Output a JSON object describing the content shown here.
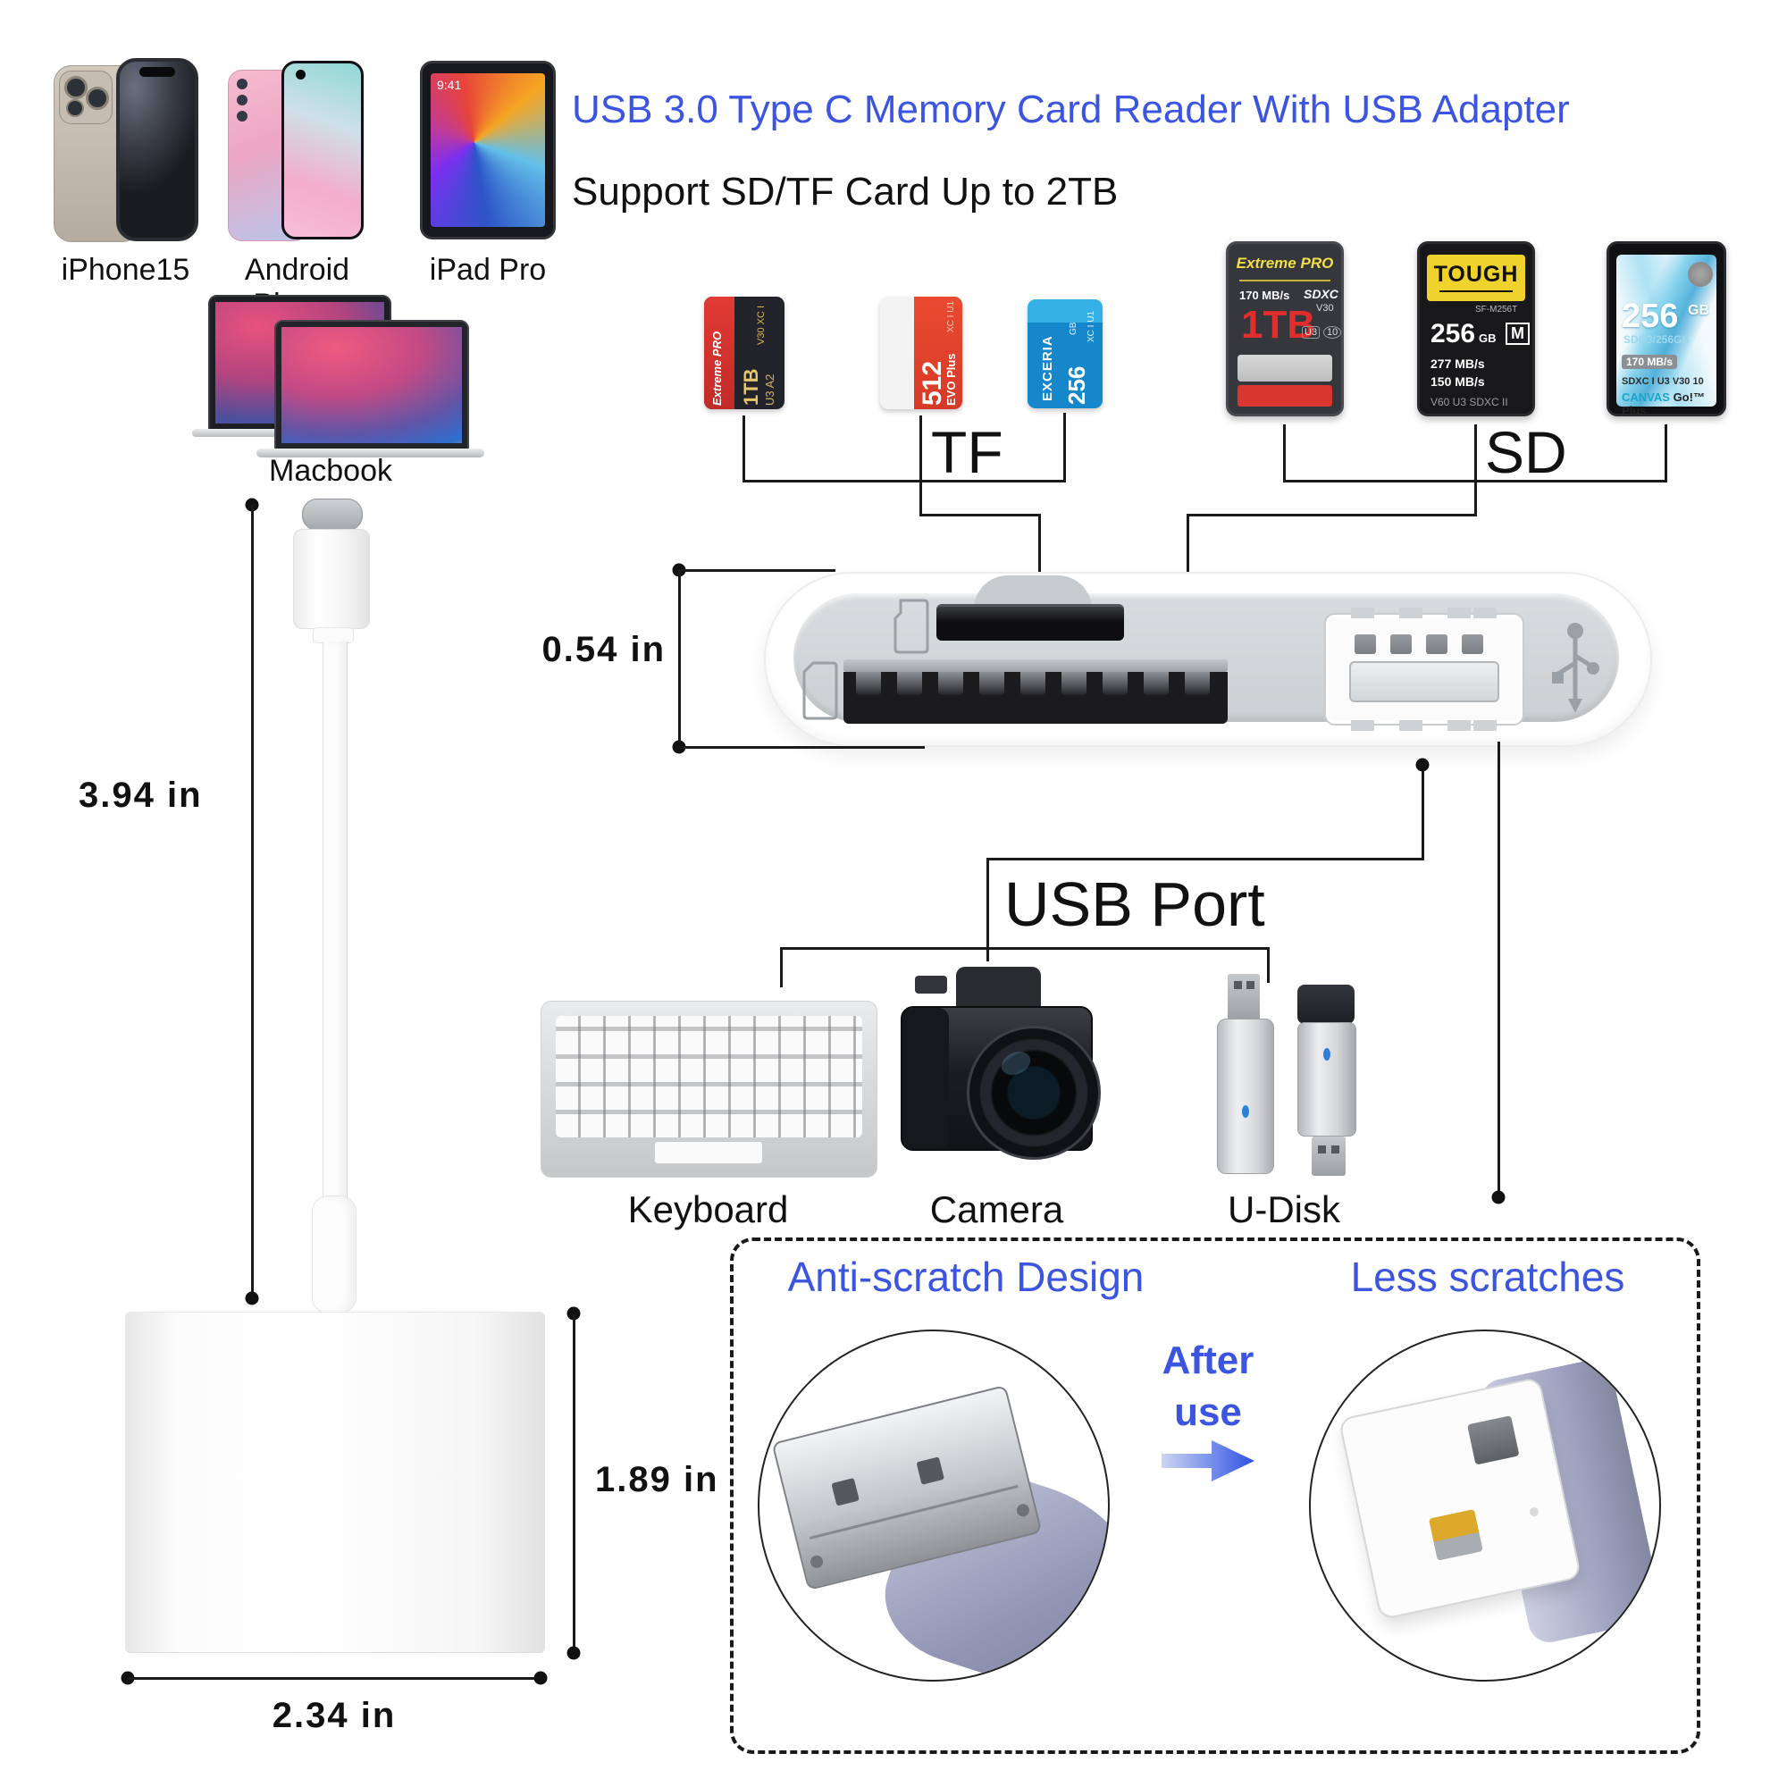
{
  "colors": {
    "accent_blue": "#3b55e0",
    "line_black": "#1a1a1a",
    "reader_gray": "#d4d7d9"
  },
  "header": {
    "title": "USB 3.0 Type C Memory Card Reader With USB Adapter",
    "subtitle": "Support SD/TF Card Up to 2TB"
  },
  "gallery": {
    "ipad_time": "9:41",
    "devices": [
      {
        "label": "iPhone15"
      },
      {
        "label": "Android Phone"
      },
      {
        "label": "iPad Pro"
      },
      {
        "label": "Macbook"
      }
    ]
  },
  "groups": {
    "tf_label": "TF",
    "sd_label": "SD"
  },
  "tf_cards": [
    {
      "brand": "Extreme PRO",
      "capacity": "1TB",
      "specs": "U3 A2",
      "type": "V30 XC I"
    },
    {
      "brand": "EVO Plus",
      "capacity": "512",
      "specs": "XC I U1"
    },
    {
      "brand": "EXCERIA",
      "capacity": "256",
      "unit": "GB",
      "specs": "XC I U1"
    }
  ],
  "sd_cards": [
    {
      "brand": "Extreme PRO",
      "speed": "170 MB/s",
      "type": "SDXC",
      "rating1": "V30",
      "rating2": "U3",
      "rating3": "10",
      "capacity": "1TB"
    },
    {
      "brand": "TOUGH",
      "model": "SF-M256T",
      "capacity": "256",
      "capacity_unit": "GB",
      "badge": "M",
      "read": "277 MB/s",
      "write": "150 MB/s",
      "ratings": "V60   U3   SDXC II"
    },
    {
      "capacity": "256",
      "capacity_unit": "GB",
      "model": "SDG3/256GB",
      "speed": "170 MB/s",
      "ratings": "SDXC  I U3  V30  10",
      "brand_a": "CANVAS",
      "brand_b": "Go!™ Plus"
    }
  ],
  "reader": {
    "height_label": "0.54 in"
  },
  "usb_section": {
    "label": "USB Port",
    "devices": [
      "Keyboard",
      "Camera",
      "U-Disk"
    ]
  },
  "adapter": {
    "cable_length": "3.94 in",
    "body_height": "1.89 in",
    "body_width": "2.34 in"
  },
  "antiscratch": {
    "left_title": "Anti-scratch Design",
    "right_title": "Less  scratches",
    "after_line1": "After",
    "after_line2": "use"
  }
}
